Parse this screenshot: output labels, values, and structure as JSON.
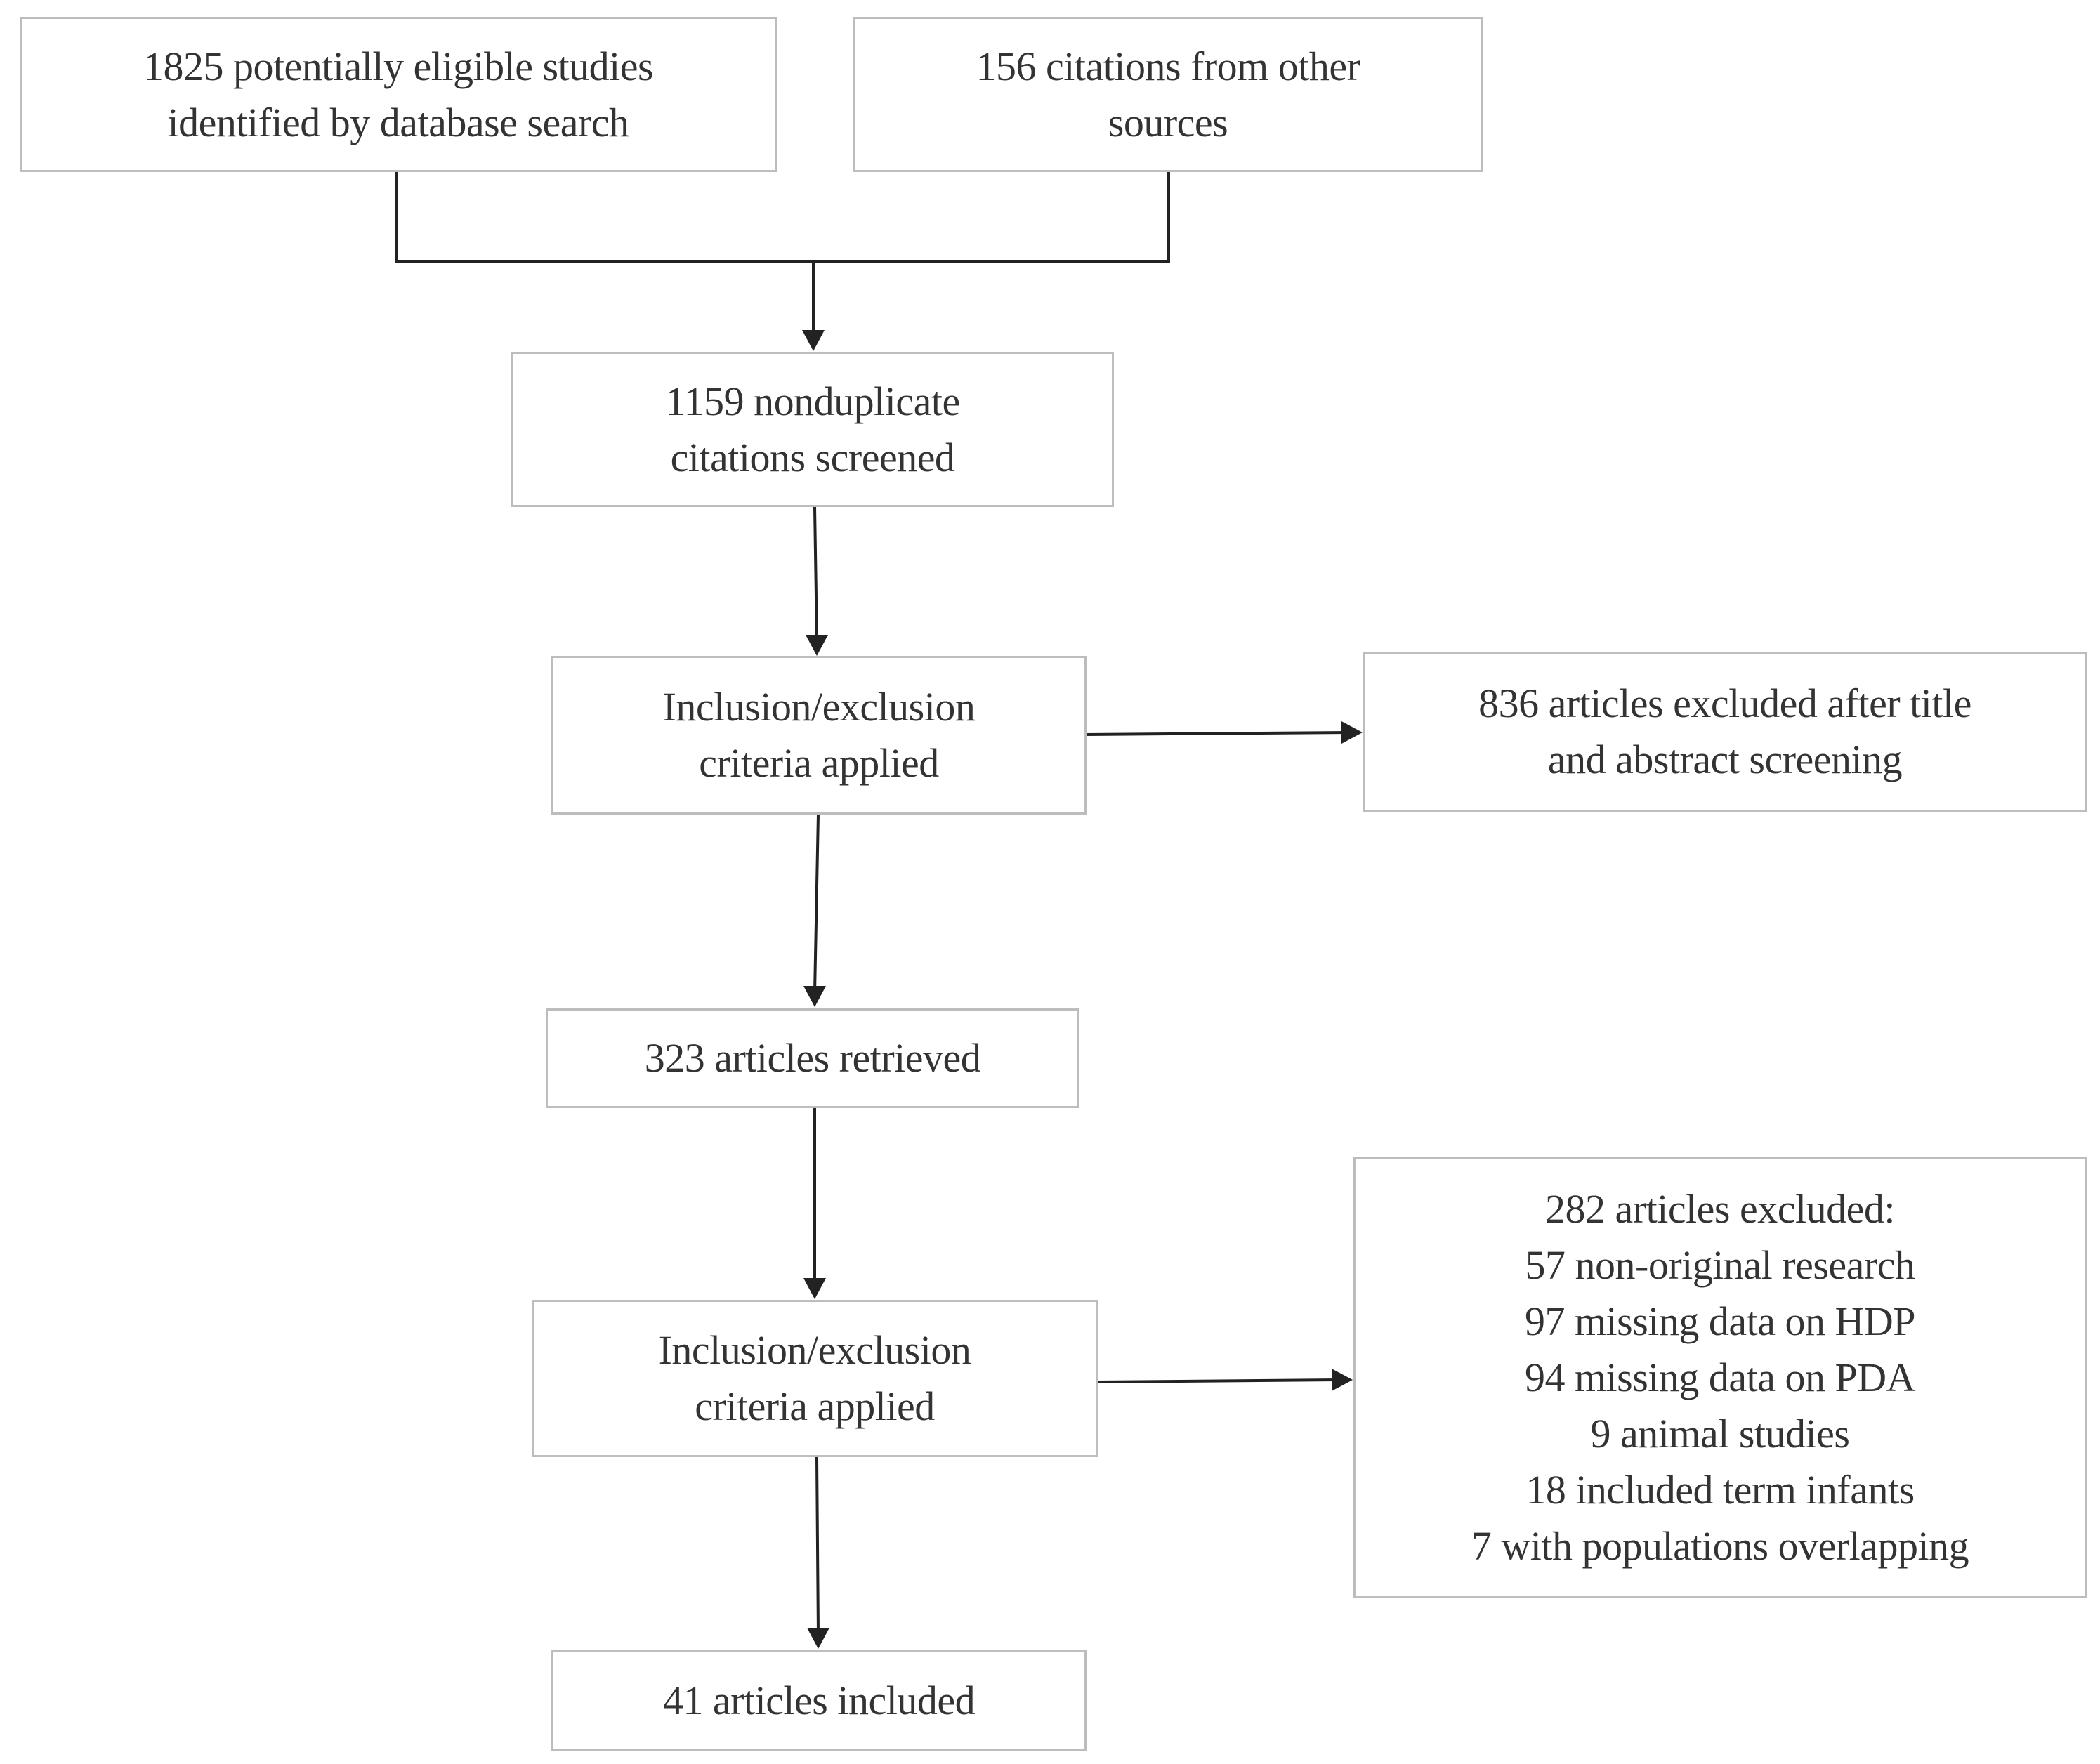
{
  "flowchart": {
    "identified_db": {
      "lines": [
        "1825 potentially eligible studies",
        "identified by database search"
      ]
    },
    "other_sources": {
      "lines": [
        "156 citations from other",
        "sources"
      ]
    },
    "screened": {
      "lines": [
        "1159 nonduplicate",
        "citations screened"
      ]
    },
    "criteria_1": {
      "lines": [
        "Inclusion/exclusion",
        "criteria applied"
      ]
    },
    "excluded_1": {
      "lines": [
        "836 articles excluded after title",
        "and abstract screening"
      ]
    },
    "retrieved": {
      "lines": [
        "323 articles retrieved"
      ]
    },
    "criteria_2": {
      "lines": [
        "Inclusion/exclusion",
        "criteria applied"
      ]
    },
    "excluded_2": {
      "lines": [
        "282 articles excluded:",
        "57 non-original research",
        "97 missing data on HDP",
        "94 missing data on PDA",
        "9 animal  studies",
        "18 included term infants",
        "7 with populations overlapping"
      ]
    },
    "included": {
      "lines": [
        "41 articles included"
      ]
    }
  },
  "colors": {
    "box_border": "#bdbdbd",
    "connector": "#222222",
    "text": "#333333",
    "background": "#ffffff"
  }
}
